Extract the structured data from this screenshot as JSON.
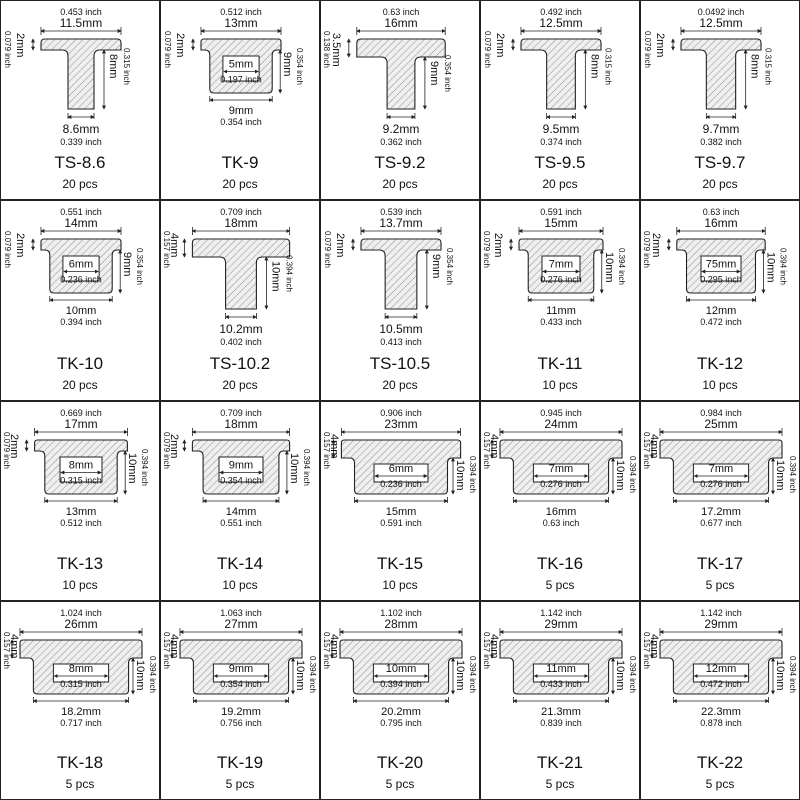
{
  "items": [
    {
      "code": "TS-8.6",
      "qty": "20 pcs",
      "kind": "TS",
      "head": {
        "mm": "11.5mm",
        "in": "0.453 inch"
      },
      "thick": {
        "mm": "2mm",
        "in": "0.079 inch"
      },
      "height": {
        "mm": "8mm",
        "in": "0.315 inch"
      },
      "base": {
        "mm": "8.6mm",
        "in": "0.339 inch"
      }
    },
    {
      "code": "TK-9",
      "qty": "20 pcs",
      "kind": "TK",
      "head": {
        "mm": "13mm",
        "in": "0.512 inch"
      },
      "thick": {
        "mm": "2mm",
        "in": "0.079 inch"
      },
      "height": {
        "mm": "9mm",
        "in": "0.354 inch"
      },
      "inner": {
        "mm": "5mm",
        "in": "0.197 inch"
      },
      "base": {
        "mm": "9mm",
        "in": "0.354 inch"
      }
    },
    {
      "code": "TS-9.2",
      "qty": "20 pcs",
      "kind": "TS",
      "head": {
        "mm": "16mm",
        "in": "0.63 inch"
      },
      "thick": {
        "mm": "3.5mm",
        "in": "0.138 inch"
      },
      "height": {
        "mm": "9mm",
        "in": "0.354 inch"
      },
      "base": {
        "mm": "9.2mm",
        "in": "0.362 inch"
      }
    },
    {
      "code": "TS-9.5",
      "qty": "20 pcs",
      "kind": "TS",
      "head": {
        "mm": "12.5mm",
        "in": "0.492 inch"
      },
      "thick": {
        "mm": "2mm",
        "in": "0.079 inch"
      },
      "height": {
        "mm": "8mm",
        "in": "0.315 inch"
      },
      "base": {
        "mm": "9.5mm",
        "in": "0.374 inch"
      }
    },
    {
      "code": "TS-9.7",
      "qty": "20 pcs",
      "kind": "TS",
      "head": {
        "mm": "12.5mm",
        "in": "0.0492 inch"
      },
      "thick": {
        "mm": "2mm",
        "in": "0.079 inch"
      },
      "height": {
        "mm": "8mm",
        "in": "0.315 inch"
      },
      "base": {
        "mm": "9.7mm",
        "in": "0.382 inch"
      }
    },
    {
      "code": "TK-10",
      "qty": "20 pcs",
      "kind": "TK",
      "head": {
        "mm": "14mm",
        "in": "0.551 inch"
      },
      "thick": {
        "mm": "2mm",
        "in": "0.079 inch"
      },
      "height": {
        "mm": "9mm",
        "in": "0.354 inch"
      },
      "inner": {
        "mm": "6mm",
        "in": "0.236 inch"
      },
      "base": {
        "mm": "10mm",
        "in": "0.394 inch"
      }
    },
    {
      "code": "TS-10.2",
      "qty": "20 pcs",
      "kind": "TS",
      "head": {
        "mm": "18mm",
        "in": "0.709 inch"
      },
      "thick": {
        "mm": "4mm",
        "in": "0.157 inch"
      },
      "height": {
        "mm": "10mm",
        "in": "0.394 inch"
      },
      "base": {
        "mm": "10.2mm",
        "in": "0.402 inch"
      }
    },
    {
      "code": "TS-10.5",
      "qty": "20 pcs",
      "kind": "TS",
      "head": {
        "mm": "13.7mm",
        "in": "0.539 inch"
      },
      "thick": {
        "mm": "2mm",
        "in": "0.079 inch"
      },
      "height": {
        "mm": "9mm",
        "in": "0.354 inch"
      },
      "base": {
        "mm": "10.5mm",
        "in": "0.413 inch"
      }
    },
    {
      "code": "TK-11",
      "qty": "10 pcs",
      "kind": "TK",
      "head": {
        "mm": "15mm",
        "in": "0.591 inch"
      },
      "thick": {
        "mm": "2mm",
        "in": "0.079 inch"
      },
      "height": {
        "mm": "10mm",
        "in": "0.394 inch"
      },
      "inner": {
        "mm": "7mm",
        "in": "0.276 inch"
      },
      "base": {
        "mm": "11mm",
        "in": "0.433 inch"
      }
    },
    {
      "code": "TK-12",
      "qty": "10 pcs",
      "kind": "TK",
      "head": {
        "mm": "16mm",
        "in": "0.63 inch"
      },
      "thick": {
        "mm": "2mm",
        "in": "0.079 inch"
      },
      "height": {
        "mm": "10mm",
        "in": "0.394 inch"
      },
      "inner": {
        "mm": "75mm",
        "in": "0.295 inch"
      },
      "base": {
        "mm": "12mm",
        "in": "0.472 inch"
      }
    },
    {
      "code": "TK-13",
      "qty": "10 pcs",
      "kind": "TK",
      "head": {
        "mm": "17mm",
        "in": "0.669 inch"
      },
      "thick": {
        "mm": "2mm",
        "in": "0.079 inch"
      },
      "height": {
        "mm": "10mm",
        "in": "0.394 inch"
      },
      "inner": {
        "mm": "8mm",
        "in": "0.315 inch"
      },
      "base": {
        "mm": "13mm",
        "in": "0.512 inch"
      }
    },
    {
      "code": "TK-14",
      "qty": "10 pcs",
      "kind": "TK",
      "head": {
        "mm": "18mm",
        "in": "0.709 inch"
      },
      "thick": {
        "mm": "2mm",
        "in": "0.079 inch"
      },
      "height": {
        "mm": "10mm",
        "in": "0.394 inch"
      },
      "inner": {
        "mm": "9mm",
        "in": "0.354 inch"
      },
      "base": {
        "mm": "14mm",
        "in": "0.551 inch"
      }
    },
    {
      "code": "TK-15",
      "qty": "10 pcs",
      "kind": "TK",
      "head": {
        "mm": "23mm",
        "in": "0.906 inch"
      },
      "thick": {
        "mm": "4mm",
        "in": "0.157 inch"
      },
      "height": {
        "mm": "10mm",
        "in": "0.394 inch"
      },
      "inner": {
        "mm": "6mm",
        "in": "0.236 inch"
      },
      "base": {
        "mm": "15mm",
        "in": "0.591 inch"
      }
    },
    {
      "code": "TK-16",
      "qty": "5 pcs",
      "kind": "TK",
      "head": {
        "mm": "24mm",
        "in": "0.945 inch"
      },
      "thick": {
        "mm": "4mm",
        "in": "0.157 inch"
      },
      "height": {
        "mm": "10mm",
        "in": "0.394 inch"
      },
      "inner": {
        "mm": "7mm",
        "in": "0.276 inch"
      },
      "base": {
        "mm": "16mm",
        "in": "0.63 inch"
      }
    },
    {
      "code": "TK-17",
      "qty": "5 pcs",
      "kind": "TK",
      "head": {
        "mm": "25mm",
        "in": "0.984 inch"
      },
      "thick": {
        "mm": "4mm",
        "in": "0.157 inch"
      },
      "height": {
        "mm": "10mm",
        "in": "0.394 inch"
      },
      "inner": {
        "mm": "7mm",
        "in": "0.276 inch"
      },
      "base": {
        "mm": "17.2mm",
        "in": "0.677 inch"
      }
    },
    {
      "code": "TK-18",
      "qty": "5 pcs",
      "kind": "TK",
      "head": {
        "mm": "26mm",
        "in": "1.024 inch"
      },
      "thick": {
        "mm": "4mm",
        "in": "0.157 inch"
      },
      "height": {
        "mm": "10mm",
        "in": "0.394 inch"
      },
      "inner": {
        "mm": "8mm",
        "in": "0.315 inch"
      },
      "base": {
        "mm": "18.2mm",
        "in": "0.717 inch"
      }
    },
    {
      "code": "TK-19",
      "qty": "5 pcs",
      "kind": "TK",
      "head": {
        "mm": "27mm",
        "in": "1.063 inch"
      },
      "thick": {
        "mm": "4mm",
        "in": "0.157 inch"
      },
      "height": {
        "mm": "10mm",
        "in": "0.394 inch"
      },
      "inner": {
        "mm": "9mm",
        "in": "0.354 inch"
      },
      "base": {
        "mm": "19.2mm",
        "in": "0.756 inch"
      }
    },
    {
      "code": "TK-20",
      "qty": "5 pcs",
      "kind": "TK",
      "head": {
        "mm": "28mm",
        "in": "1.102 inch"
      },
      "thick": {
        "mm": "4mm",
        "in": "0.157 inch"
      },
      "height": {
        "mm": "10mm",
        "in": "0.394 inch"
      },
      "inner": {
        "mm": "10mm",
        "in": "0.394 inch"
      },
      "base": {
        "mm": "20.2mm",
        "in": "0.795 inch"
      }
    },
    {
      "code": "TK-21",
      "qty": "5 pcs",
      "kind": "TK",
      "head": {
        "mm": "29mm",
        "in": "1.142 inch"
      },
      "thick": {
        "mm": "4mm",
        "in": "0.157 inch"
      },
      "height": {
        "mm": "10mm",
        "in": "0.394 inch"
      },
      "inner": {
        "mm": "11mm",
        "in": "0.433 inch"
      },
      "base": {
        "mm": "21.3mm",
        "in": "0.839 inch"
      }
    },
    {
      "code": "TK-22",
      "qty": "5 pcs",
      "kind": "TK",
      "head": {
        "mm": "29mm",
        "in": "1.142 inch"
      },
      "thick": {
        "mm": "4mm",
        "in": "0.157 inch"
      },
      "height": {
        "mm": "10mm",
        "in": "0.394 inch"
      },
      "inner": {
        "mm": "12mm",
        "in": "0.472 inch"
      },
      "base": {
        "mm": "22.3mm",
        "in": "0.878 inch"
      }
    }
  ]
}
